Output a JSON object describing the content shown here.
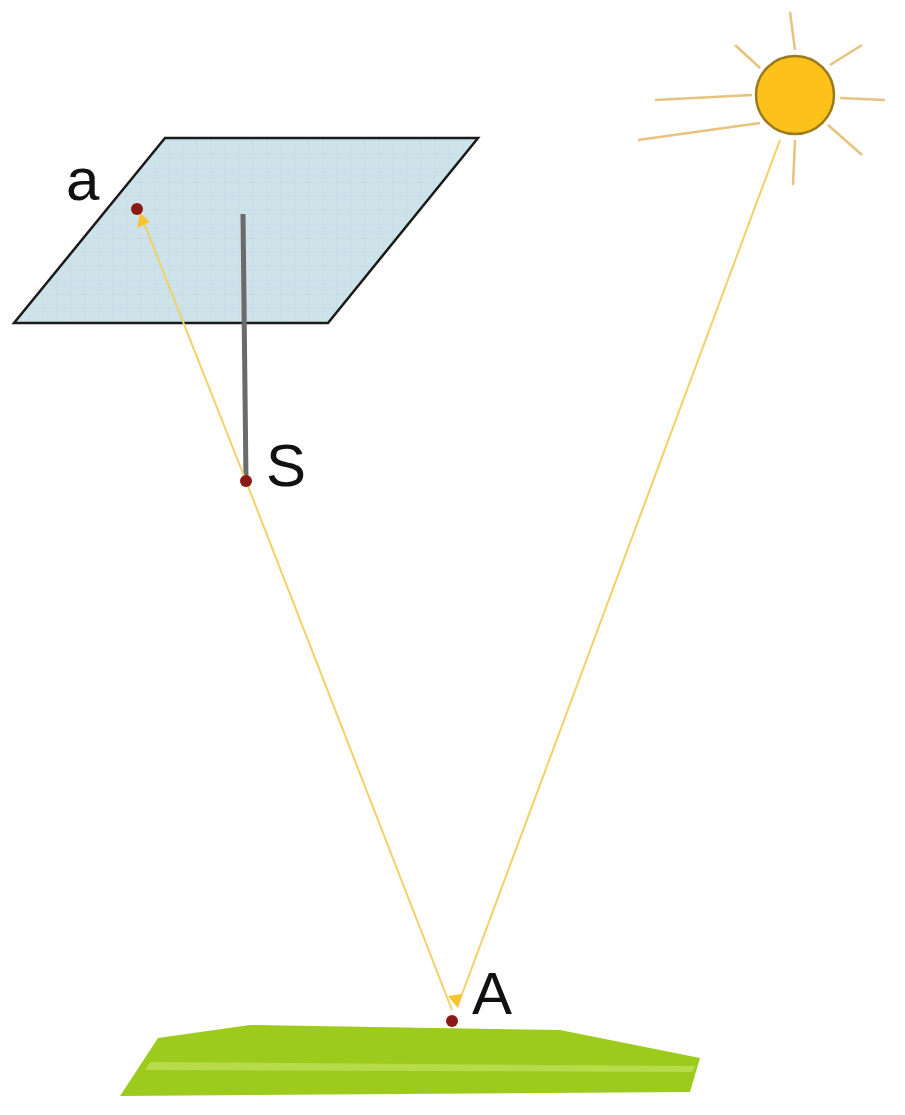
{
  "diagram": {
    "labels": [
      "a",
      "S",
      "A"
    ]
  }
}
